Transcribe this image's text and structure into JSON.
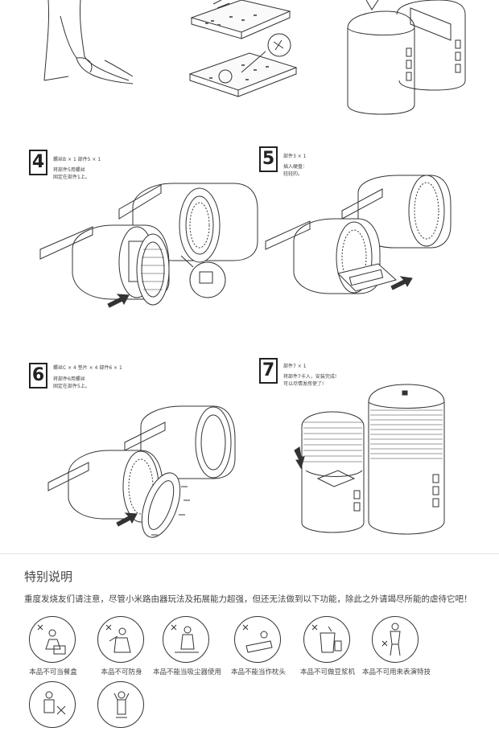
{
  "steps": [
    {
      "num": "4",
      "parts": "螺丝B × 1   部件5 × 1",
      "line1": "将部件5用螺丝",
      "line2": "固定在部件1上。"
    },
    {
      "num": "5",
      "parts": "部件3 × 1",
      "line1": "插入硬盘：",
      "line2": "轻轻的。"
    },
    {
      "num": "6",
      "parts": "螺丝C × 4      垫片 × 4   部件6 × 1",
      "line1": "将部件6用螺丝",
      "line2": "固定在部件5上。"
    },
    {
      "num": "7",
      "parts": "部件7 × 1",
      "line1": "将部件7卡入，安装完成!",
      "line2": "可以尽情发挥使了!"
    }
  ],
  "notice": {
    "title": "特别说明",
    "desc": "重度发烧友们请注意，尽管小米路由器玩法及拓展能力超强，但还无法做到以下功能，除此之外请竭尽所能的虐待它吧！",
    "items": [
      {
        "label": "本品不可当餐盒",
        "icon": "lunchbox-icon"
      },
      {
        "label": "本品不可防身",
        "icon": "self-defense-icon"
      },
      {
        "label": "本品不能当吸尘器使用",
        "icon": "vacuum-icon"
      },
      {
        "label": "本品不能当作枕头",
        "icon": "pillow-icon"
      },
      {
        "label": "本品不可做豆浆机",
        "icon": "soymilk-maker-icon"
      },
      {
        "label": "本品不可用来表演特技",
        "icon": "stunt-icon"
      },
      {
        "label": "",
        "icon": "cooking-icon"
      },
      {
        "label": "",
        "icon": "juggling-icon"
      }
    ]
  }
}
